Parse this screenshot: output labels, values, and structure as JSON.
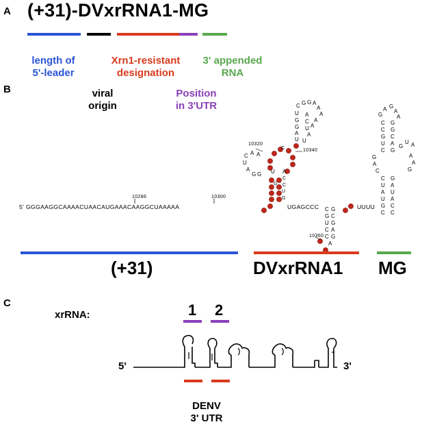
{
  "panelA": {
    "letter": "A",
    "title": "(+31)-DVxrRNA1-MG",
    "labels": {
      "leader_line1": "length of",
      "leader_line2": "5'-leader",
      "viral_line1": "viral",
      "viral_line2": "origin",
      "xrn_line1": "Xrn1-resistant",
      "xrn_line2": "designation",
      "pos_line1": "Position",
      "pos_line2": "in 3'UTR",
      "app_line1": "3' appended",
      "app_line2": "RNA"
    },
    "colors": {
      "blue": "#2b55d6",
      "black": "#000000",
      "red": "#d83a1e",
      "purple": "#8a3fb8",
      "green": "#59a84f"
    }
  },
  "panelB": {
    "letter": "B",
    "five_prime": "5'",
    "linear_sequence": "GGGAAGGCAAAACUAACAUGAAACAAGGCUAAAAA",
    "middle_sequence": "UGAGCCC",
    "tail_sequence": "UUUU",
    "positions": [
      "10286",
      "10300",
      "10320",
      "10340",
      "10360"
    ],
    "segment_labels": {
      "leader": "(+31)",
      "xrna": "DVxrRNA1",
      "mg": "MG"
    }
  },
  "panelC": {
    "letter": "C",
    "xrna_label": "xrRNA:",
    "xrna_numbers": [
      "1",
      "2"
    ],
    "five_prime": "5'",
    "three_prime": "3'",
    "caption_line1": "DENV",
    "caption_line2": "3' UTR"
  }
}
